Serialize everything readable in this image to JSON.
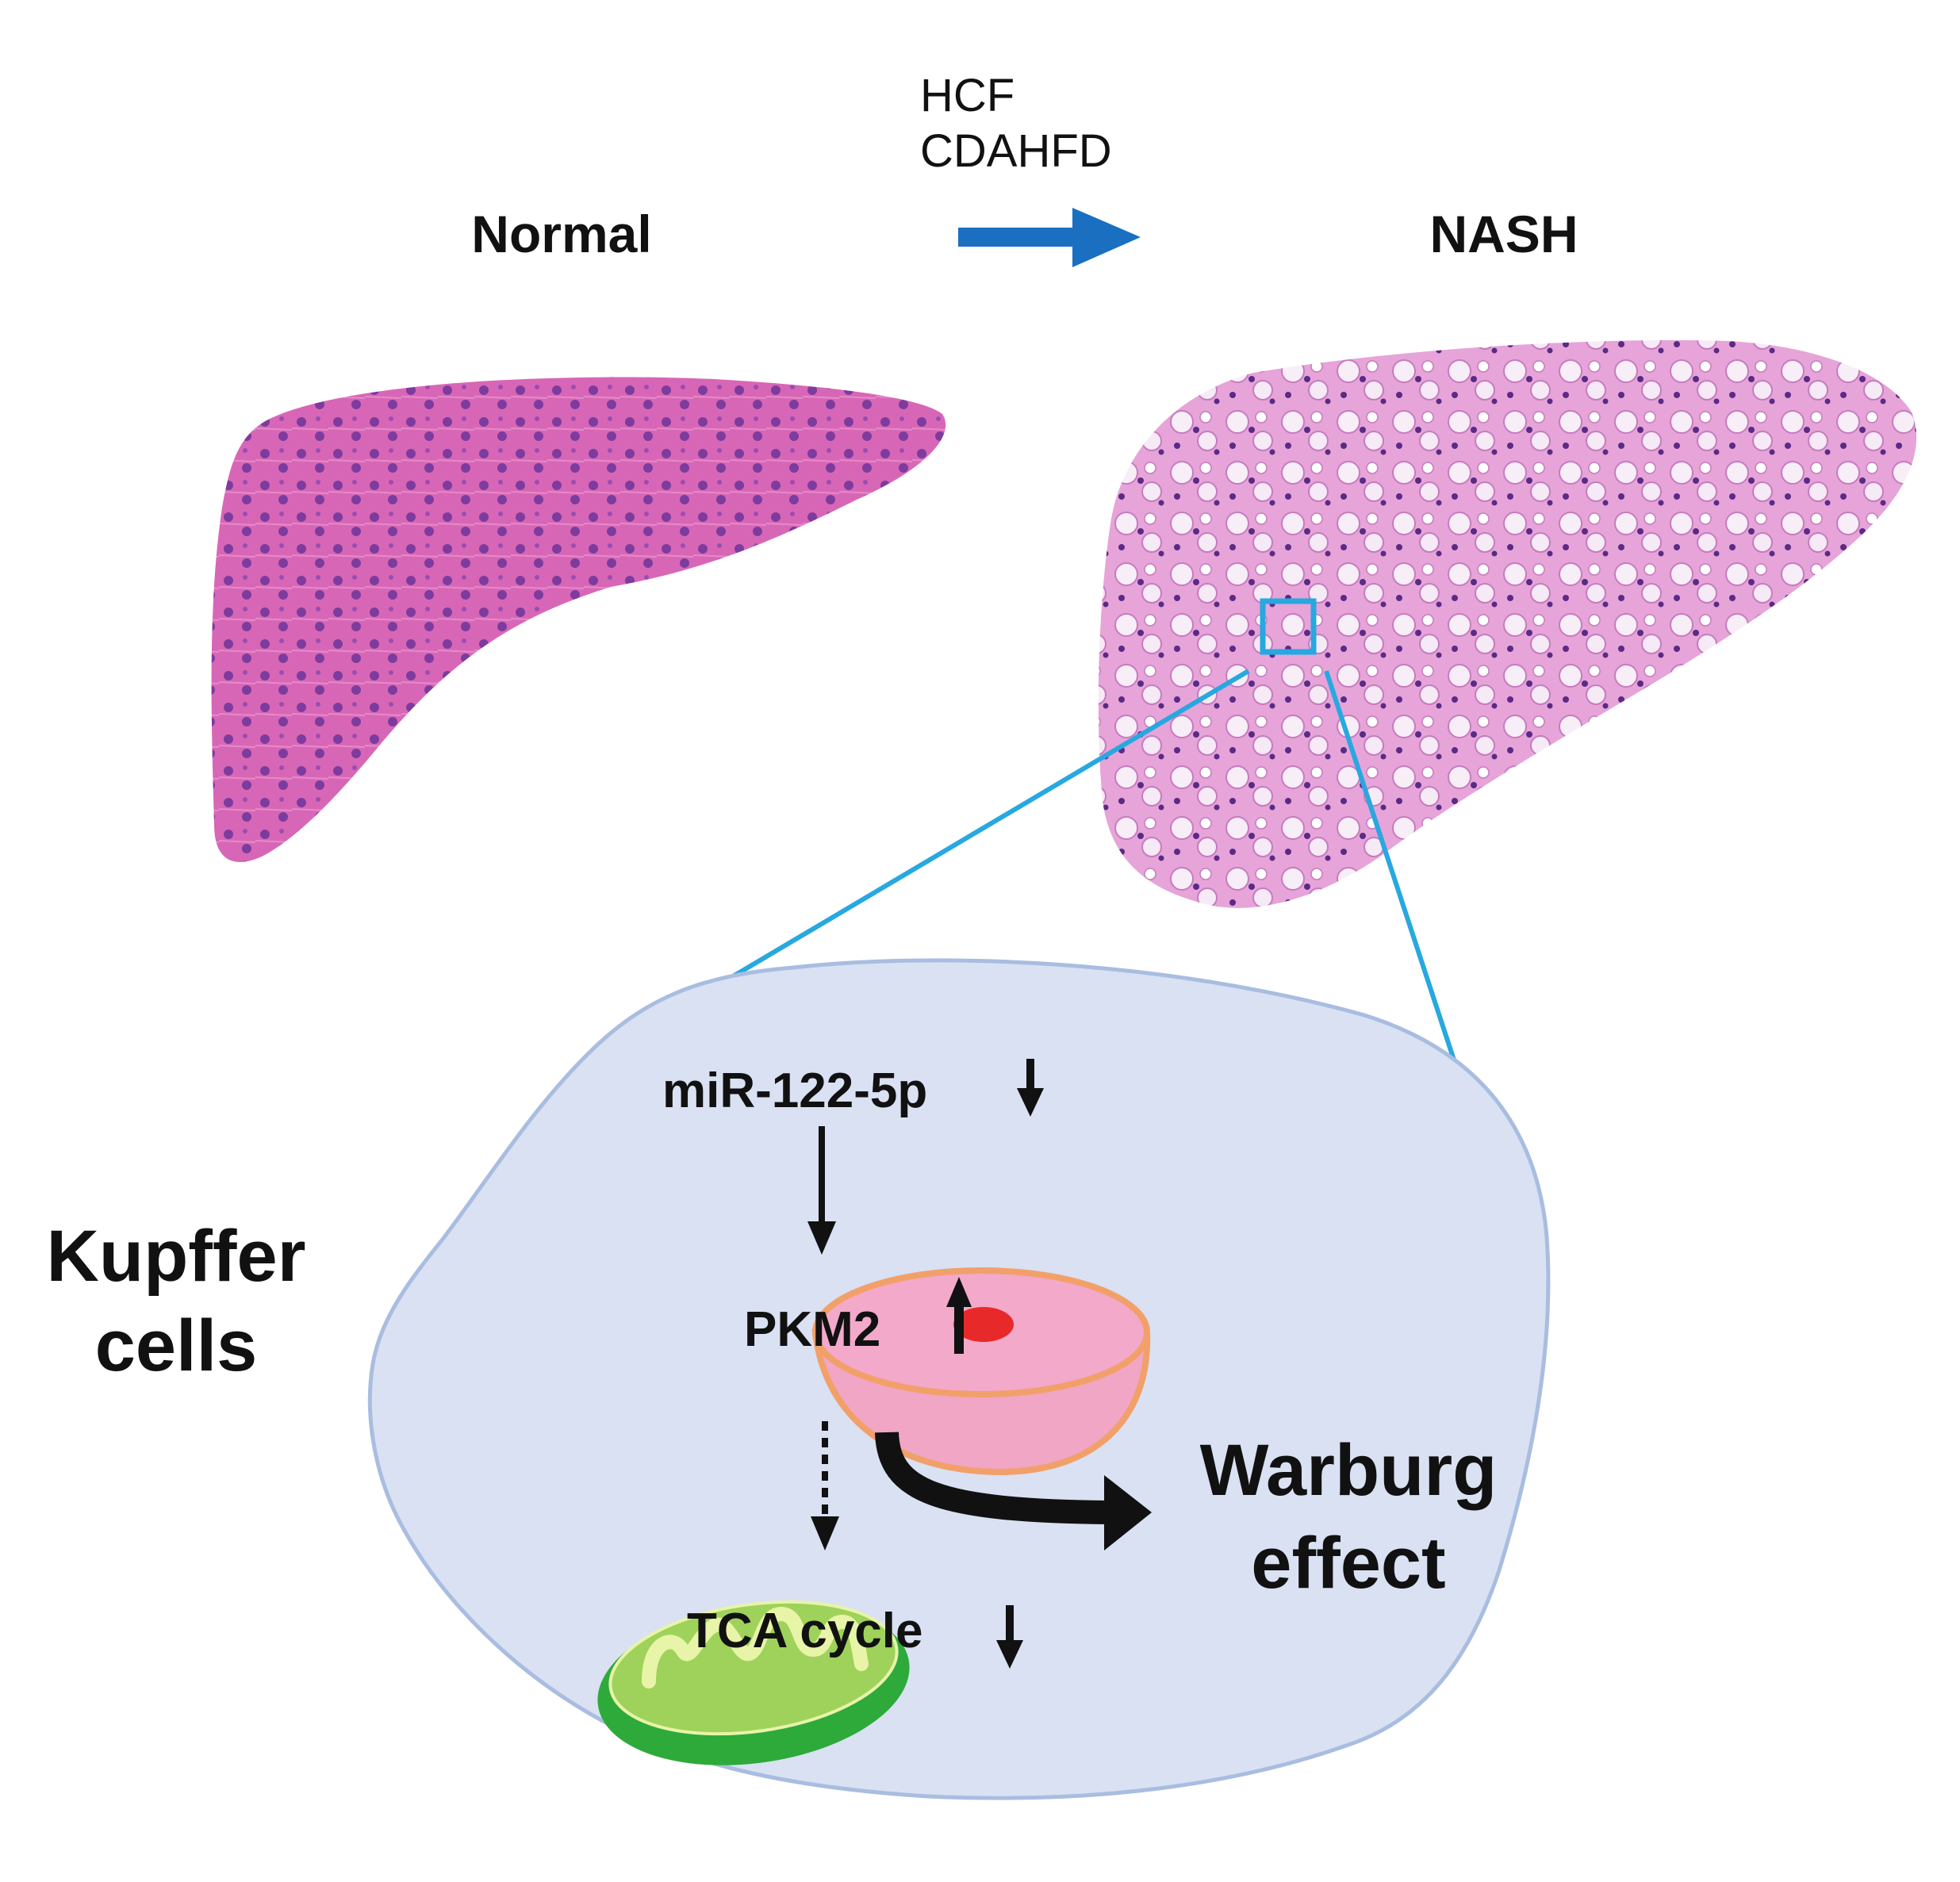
{
  "labels": {
    "diet_line1": "HCF",
    "diet_line2": "CDAHFD",
    "normal": "Normal",
    "nash": "NASH",
    "mir": "miR-122-5p",
    "pkm2": "PKM2",
    "tca": "TCA cycle",
    "warburg_line1": "Warburg",
    "warburg_line2": "effect",
    "cell_line1": "Kupffer",
    "cell_line2": "cells"
  },
  "colors": {
    "transition_arrow": "#1a6fc0",
    "zoom_lines": "#27a8e0",
    "cell_fill": "#d9e1f3",
    "cell_outline": "#a9bde0",
    "normal_tissue": "#d565b4",
    "nash_tissue": "#e9a6da",
    "pkm2_bowl": "#f0a6c4",
    "pkm2_rim": "#f2a06a",
    "pkm2_spot": "#e8292a",
    "mito_outer": "#2eaa3a",
    "mito_inner": "#9fd25a",
    "mito_cristae": "#e8f4a8"
  },
  "indicators": {
    "mir": "down",
    "pkm2": "up",
    "tca": "down"
  }
}
